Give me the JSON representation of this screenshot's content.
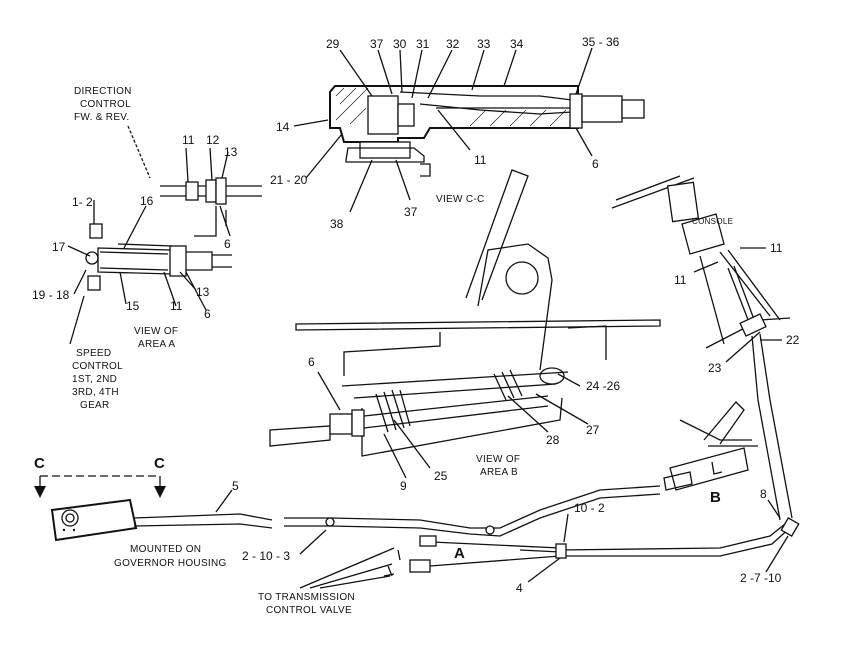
{
  "views": {
    "cc": {
      "caption": "VIEW C-C"
    },
    "area_a": {
      "caption_line1": "VIEW OF",
      "caption_line2": "AREA A"
    },
    "area_b": {
      "caption_line1": "VIEW OF",
      "caption_line2": "AREA B"
    }
  },
  "notes": {
    "direction_control": [
      "DIRECTION",
      "CONTROL",
      "FW. & REV."
    ],
    "speed_control": [
      "SPEED",
      "CONTROL",
      "1ST, 2ND",
      "3RD, 4TH",
      "GEAR"
    ],
    "mounted_on": [
      "MOUNTED ON",
      "GOVERNOR HOUSING"
    ],
    "to_transmission": [
      "TO TRANSMISSION",
      "CONTROL VALVE"
    ],
    "console": "CONSOLE"
  },
  "section_markers": {
    "c_left": "C",
    "c_right": "C",
    "a": "A",
    "b": "B"
  },
  "callouts": {
    "n29": "29",
    "n37_top": "37",
    "n30": "30",
    "n31": "31",
    "n32": "32",
    "n33": "33",
    "n34": "34",
    "n35_36": "35 - 36",
    "n14": "14",
    "n11_cc": "11",
    "n6_cc": "6",
    "n21_20": "21 - 20",
    "n38": "38",
    "n37_bottom": "37",
    "n11_dir": "11",
    "n12": "12",
    "n13_top": "13",
    "n6_dir": "6",
    "n1_2": "1- 2",
    "n16": "16",
    "n17": "17",
    "n19_18": "19 - 18",
    "n15": "15",
    "n11_a": "11",
    "n13_a": "13",
    "n6_a": "6",
    "n6_b": "6",
    "n24_26": "24 -26",
    "n27": "27",
    "n28": "28",
    "n25": "25",
    "n9": "9",
    "n11_console_r": "11",
    "n11_console_l": "11",
    "n22": "22",
    "n23": "23",
    "n5": "5",
    "n2_10_3": "2 - 10 - 3",
    "n10_2": "10 - 2",
    "n8": "8",
    "n2_7_10": "2 -7 -10",
    "n4": "4"
  }
}
